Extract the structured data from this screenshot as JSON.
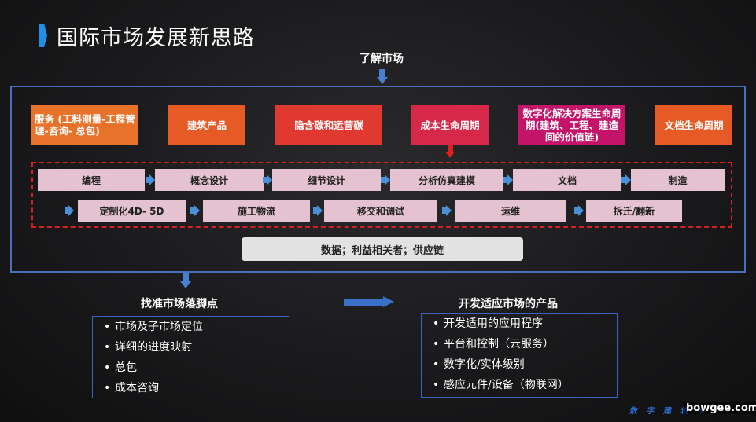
{
  "title": "国际市场发展新思路",
  "top_label": "了解市场",
  "categories": [
    "服务 (工料测量-工程管理-咨询- 总包)",
    "建筑产品",
    "隐含碳和运营碳",
    "成本生命周期",
    "数字化解决方案生命周期(建筑、工程、建造间的价值链)",
    "文档生命周期"
  ],
  "steps_row1": [
    "编程",
    "概念设计",
    "细节设计",
    "分析仿真建模",
    "文档",
    "制造"
  ],
  "steps_row2": [
    "定制化4D- 5D",
    "施工物流",
    "移交和调试",
    "运维",
    "拆迁/翻新"
  ],
  "data_bar": "数据；利益相关者；供应链",
  "left_section": {
    "title": "找准市场落脚点",
    "items": [
      "市场及子市场定位",
      "详细的进度映射",
      "总包",
      "成本咨询"
    ]
  },
  "right_section": {
    "title": "开发适应市场的产品",
    "items": [
      "开发适用的应用程序",
      "平台和控制（云服务）",
      "数字化/实体级别",
      "感应元件/设备（物联网）"
    ]
  },
  "watermark": "数 字 建 筑 卡 ..",
  "site": "bowgee.com",
  "colors": {
    "accent_blue": "#1e90e8",
    "frame_blue": "#4a6fb8",
    "dashed_red": "#d42020",
    "step_pink": "#e4c2d0"
  }
}
